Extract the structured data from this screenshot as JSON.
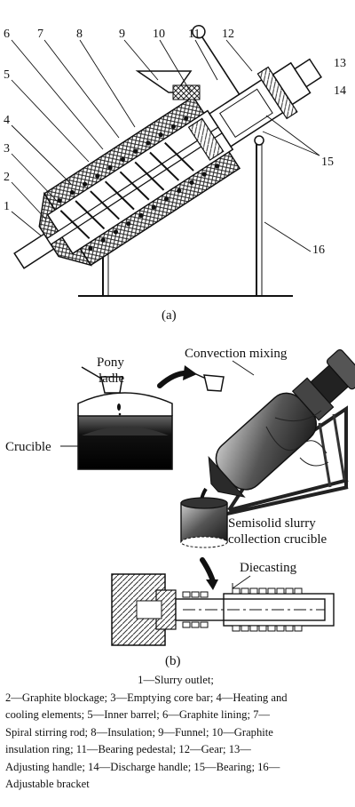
{
  "part_numbers": [
    "1",
    "2",
    "3",
    "4",
    "5",
    "6",
    "7",
    "8",
    "9",
    "10",
    "11",
    "12",
    "13",
    "14",
    "15",
    "16"
  ],
  "captions": {
    "a": "(a)",
    "b": "(b)"
  },
  "labels": {
    "pony_ladle_1": "Pony",
    "pony_ladle_2": "ladle",
    "convection_mixing": "Convection mixing",
    "crucible": "Crucible",
    "semisolid_1": "Semisolid slurry",
    "semisolid_2": "collection crucible",
    "diecasting": "Diecasting"
  },
  "legend": {
    "line1": "1—Slurry outlet;",
    "line2": "2—Graphite blockage; 3—Emptying core bar; 4—Heating and",
    "line3": "cooling elements; 5—Inner barrel; 6—Graphite lining; 7—",
    "line4": "Spiral stirring rod; 8—Insulation; 9—Funnel; 10—Graphite",
    "line5": "insulation ring; 11—Bearing pedestal; 12—Gear; 13—",
    "line6": "Adjusting handle; 14—Discharge handle; 15—Bearing; 16—",
    "line7": "Adjustable bracket"
  }
}
